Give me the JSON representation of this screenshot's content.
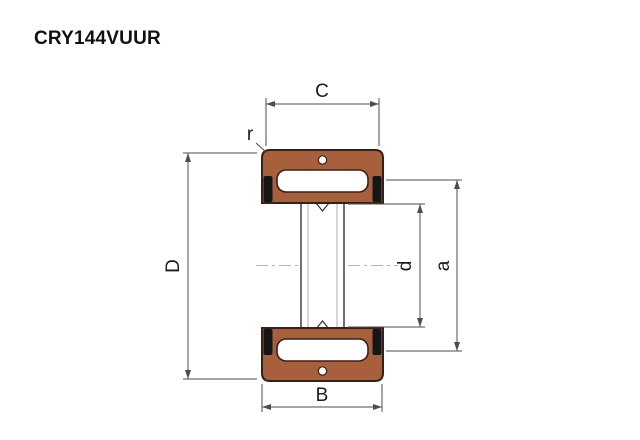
{
  "title": "CRY144VUUR",
  "diagram": {
    "labels": {
      "C": "C",
      "r": "r",
      "D": "D",
      "d": "d",
      "a": "a",
      "B": "B"
    },
    "colors": {
      "ring_fill": "#A8603C",
      "ring_outline": "#3C1F12",
      "seal_fill": "#161616",
      "dimension_line": "#4D4D4D",
      "text": "#1A1A1A",
      "background": "#FFFFFF"
    }
  }
}
